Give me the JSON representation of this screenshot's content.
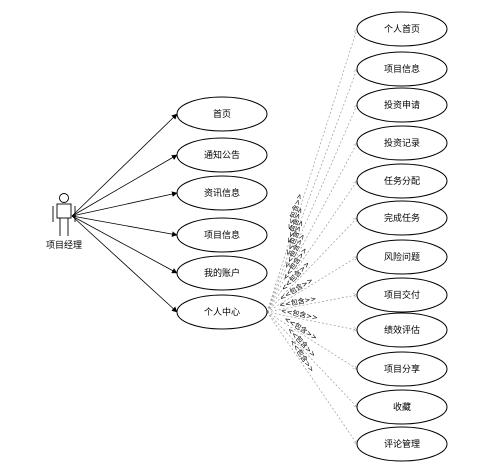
{
  "actor": {
    "label": "项目经理"
  },
  "left_use_cases": [
    {
      "label": "首页"
    },
    {
      "label": "通知公告"
    },
    {
      "label": "资讯信息"
    },
    {
      "label": "项目信息"
    },
    {
      "label": "我的账户"
    },
    {
      "label": "个人中心"
    }
  ],
  "right_use_cases": [
    {
      "label": "个人首页"
    },
    {
      "label": "项目信息"
    },
    {
      "label": "投资申请"
    },
    {
      "label": "投资记录"
    },
    {
      "label": "任务分配"
    },
    {
      "label": "完成任务"
    },
    {
      "label": "风险问题"
    },
    {
      "label": "项目交付"
    },
    {
      "label": "绩效评估"
    },
    {
      "label": "项目分享"
    },
    {
      "label": "收藏"
    },
    {
      "label": "评论管理"
    }
  ],
  "include_label": "<<包含>>"
}
